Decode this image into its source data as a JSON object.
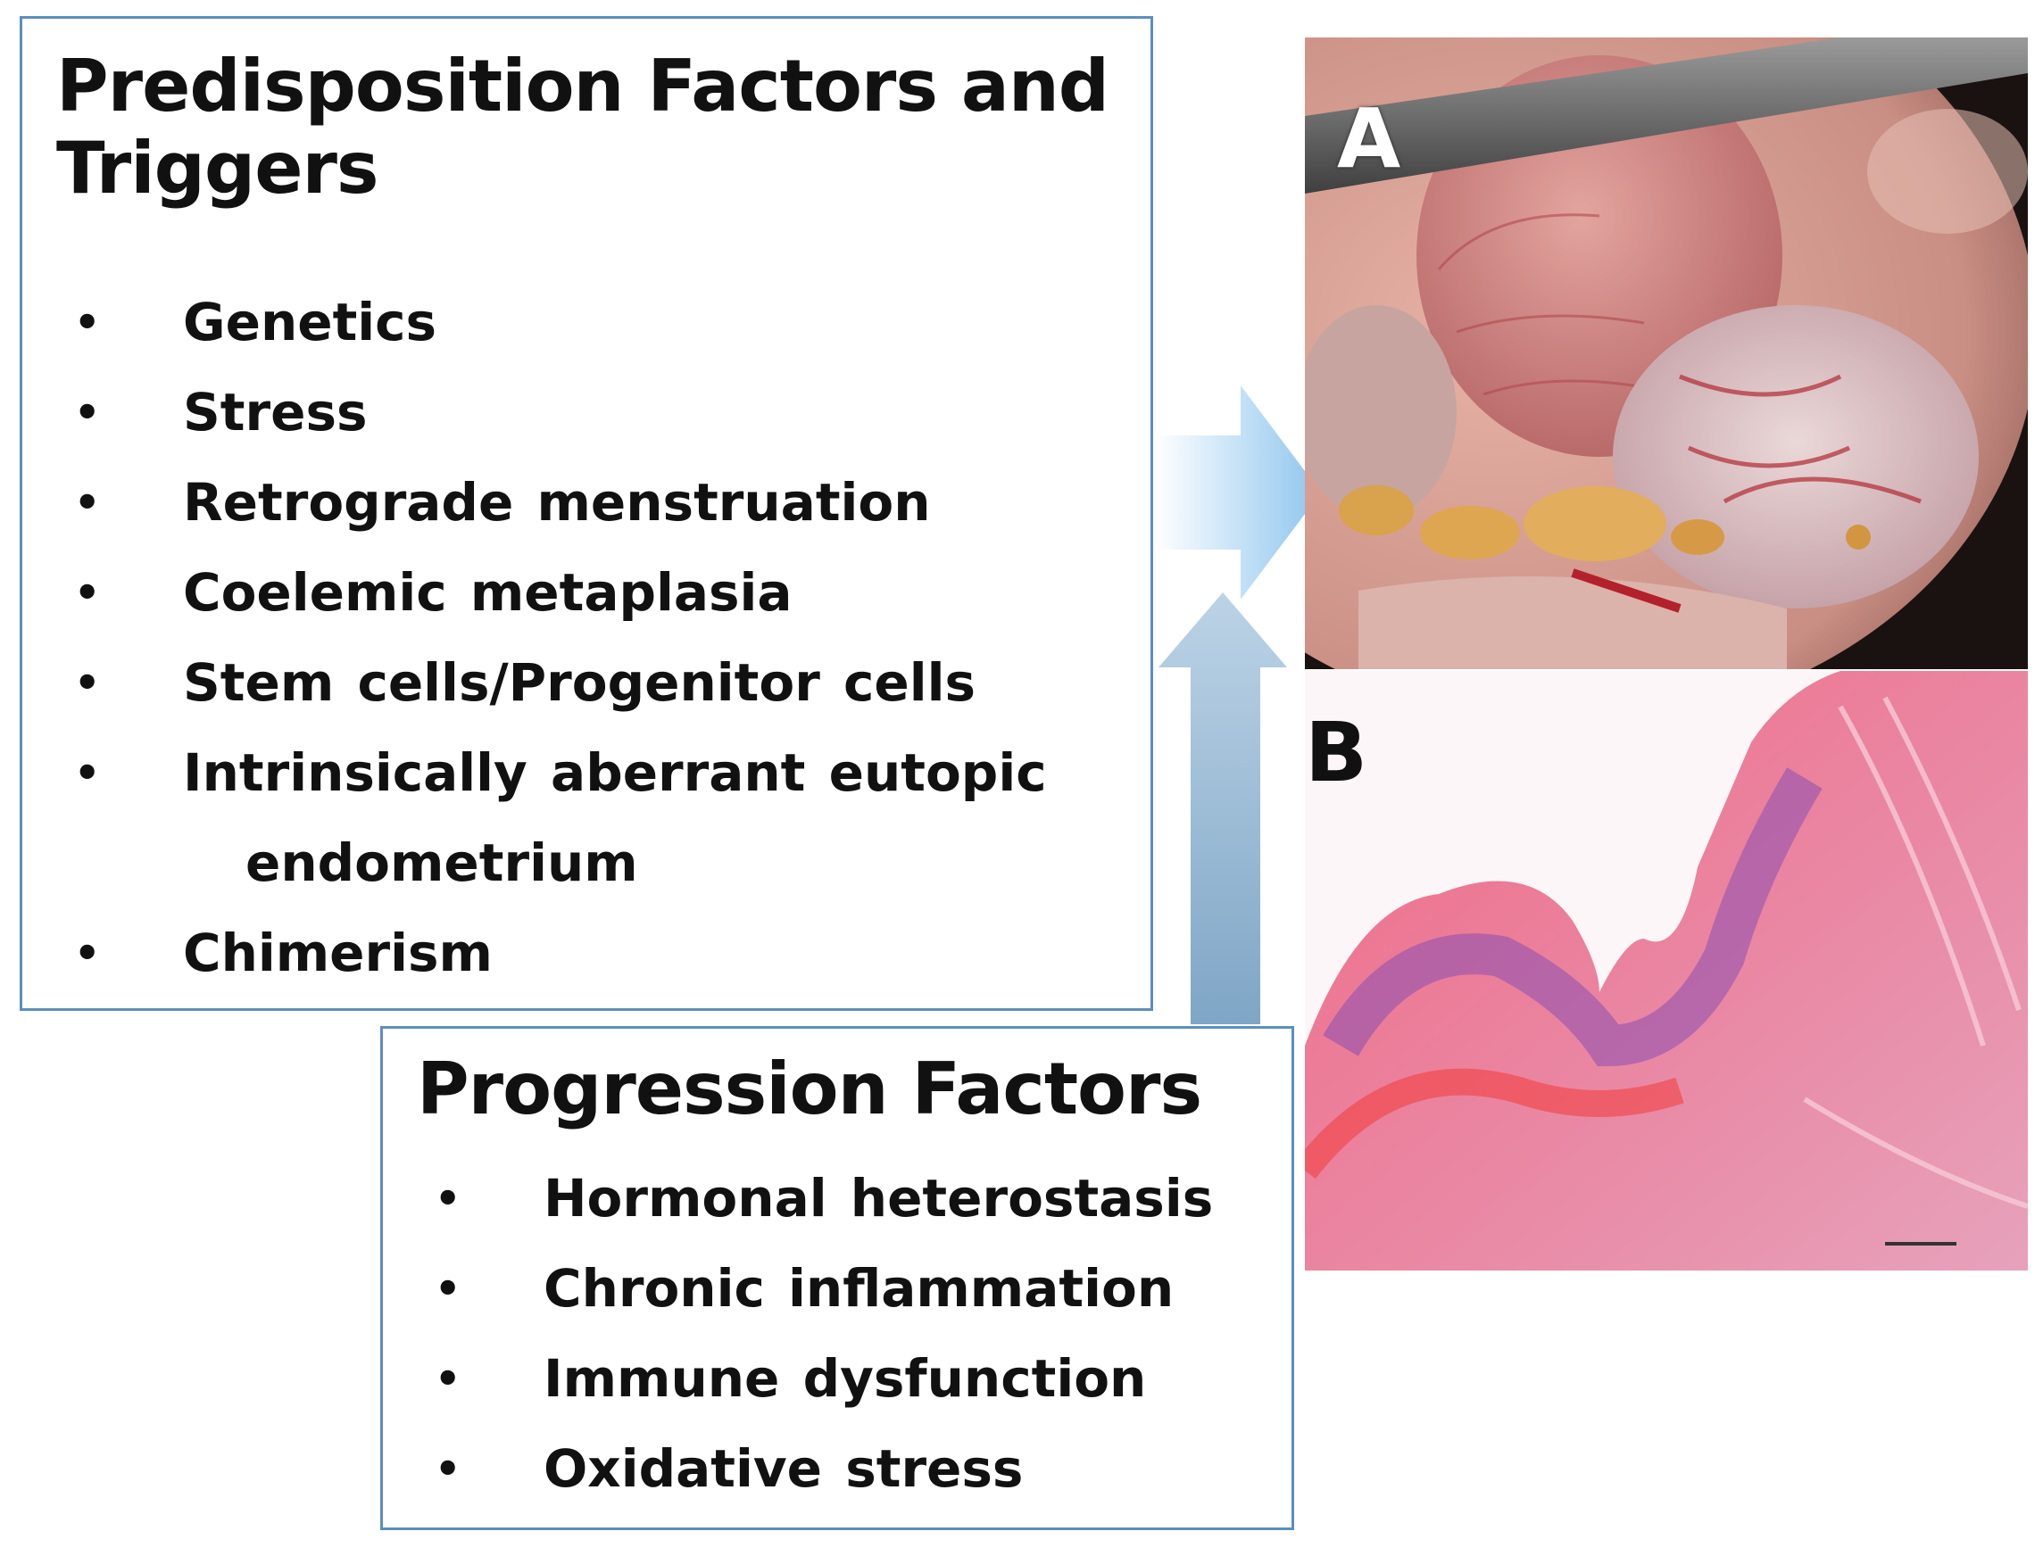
{
  "predisposition": {
    "heading": "Predisposition Factors and Triggers",
    "items": [
      {
        "text": "Genetics"
      },
      {
        "text": "Stress"
      },
      {
        "text": "Retrograde menstruation"
      },
      {
        "text": "Coelemic metaplasia"
      },
      {
        "text": "Stem cells/Progenitor cells"
      },
      {
        "text": "Intrinsically aberrant eutopic",
        "continuation": "endometrium"
      },
      {
        "text": "Chimerism"
      }
    ]
  },
  "progression": {
    "heading": "Progression Factors",
    "items": [
      {
        "text": "Hormonal heterostasis"
      },
      {
        "text": "Chronic inflammation"
      },
      {
        "text": "Immune dysfunction"
      },
      {
        "text": "Oxidative stress"
      }
    ]
  },
  "panels": {
    "a_label": "A",
    "b_label": "B"
  },
  "bullet_glyph": "•",
  "colors": {
    "box_border": "#5b8fbf",
    "arrow_right": "#8ec5ee",
    "arrow_up": "#7fa6c6"
  }
}
